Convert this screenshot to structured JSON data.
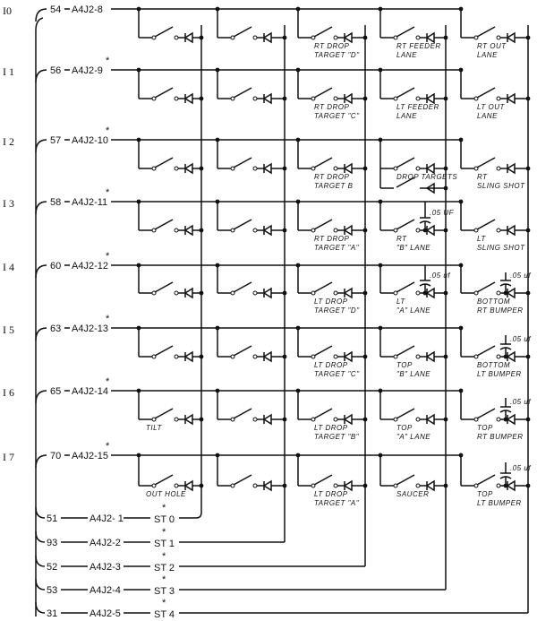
{
  "rows": [
    {
      "input": "I0",
      "wire": "54",
      "connector": "A4J2-8",
      "star": false
    },
    {
      "input": "I 1",
      "wire": "56",
      "connector": "A4J2-9",
      "star": true
    },
    {
      "input": "I 2",
      "wire": "57",
      "connector": "A4J2-10",
      "star": true
    },
    {
      "input": "I 3",
      "wire": "58",
      "connector": "A4J2-11",
      "star": true
    },
    {
      "input": "I 4",
      "wire": "60",
      "connector": "A4J2-12",
      "star": true
    },
    {
      "input": "I 5",
      "wire": "63",
      "connector": "A4J2-13",
      "star": true
    },
    {
      "input": "I 6",
      "wire": "65",
      "connector": "A4J2-14",
      "star": true
    },
    {
      "input": "I 7",
      "wire": "70",
      "connector": "A4J2-15",
      "star": true
    }
  ],
  "strobes": [
    {
      "wire": "51",
      "connector": "A4J2- 1",
      "label": "ST 0"
    },
    {
      "wire": "93",
      "connector": "A4J2-2",
      "label": "ST 1"
    },
    {
      "wire": "52",
      "connector": "A4J2-3",
      "label": "ST 2"
    },
    {
      "wire": "53",
      "connector": "A4J2-4",
      "label": "ST 3"
    },
    {
      "wire": "31",
      "connector": "A4J2-5",
      "label": "ST 4"
    }
  ],
  "star": "*",
  "switch_labels": [
    [
      "",
      "",
      "RT DROP|TARGET \"D\"",
      "RT FEEDER|LANE",
      "RT OUT|LANE"
    ],
    [
      "",
      "",
      "RT DROP|TARGET \"C\"",
      "LT FEEDER|LANE",
      "LT OUT|LANE"
    ],
    [
      "",
      "",
      "RT DROP|TARGET B",
      "DROP TARGETS",
      "RT|SLING SHOT"
    ],
    [
      "",
      "",
      "RT DROP|TARGET \"A\"",
      "RT|\"B\" LANE",
      "LT|SLING SHOT"
    ],
    [
      "",
      "",
      "LT DROP|TARGET \"D\"",
      "LT|\"A\" LANE",
      "BOTTOM|RT BUMPER"
    ],
    [
      "",
      "",
      "LT DROP|TARGET \"C\"",
      "TOP|\"B\" LANE",
      "BOTTOM|LT BUMPER"
    ],
    [
      "TILT",
      "",
      "LT DROP|TARGET \"B\"",
      "TOP|\"A\" LANE",
      "TOP|RT BUMPER"
    ],
    [
      "OUT HOLE",
      "",
      "LT DROP|TARGET \"A\"",
      "SAUCER",
      "TOP|LT BUMPER"
    ]
  ],
  "capacitors": [
    {
      "row": 3,
      "col": 3,
      "value": ".05 UF"
    },
    {
      "row": 4,
      "col": 3,
      "value": ".05 uf"
    },
    {
      "row": 4,
      "col": 4,
      "value": ".05 uf"
    },
    {
      "row": 5,
      "col": 4,
      "value": ".05 uf"
    },
    {
      "row": 6,
      "col": 4,
      "value": ".05 uf"
    },
    {
      "row": 7,
      "col": 4,
      "value": ".05 uf"
    }
  ]
}
